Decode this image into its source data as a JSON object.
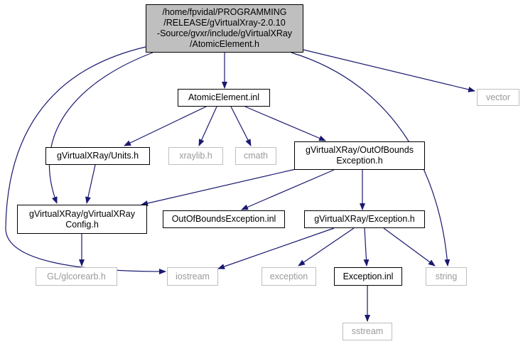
{
  "colors": {
    "edge": "#191970",
    "root_fill": "#bfbfbf",
    "ghost_border": "#bfbfbf",
    "ghost_text": "#9a9a9a"
  },
  "nodes": {
    "root": {
      "lines": [
        "/home/fpvidal/PROGRAMMING",
        "/RELEASE/gVirtualXray-2.0.10",
        "-Source/gvxr/include/gVirtualXRay",
        "/AtomicElement.h"
      ]
    },
    "vector": {
      "lines": [
        "vector"
      ]
    },
    "atomic_inl": {
      "lines": [
        "AtomicElement.inl"
      ]
    },
    "units": {
      "lines": [
        "gVirtualXRay/Units.h"
      ]
    },
    "xraylib": {
      "lines": [
        "xraylib.h"
      ]
    },
    "cmath": {
      "lines": [
        "cmath"
      ]
    },
    "oob_h": {
      "lines": [
        "gVirtualXRay/OutOfBounds",
        "Exception.h"
      ]
    },
    "config": {
      "lines": [
        "gVirtualXRay/gVirtualXRay",
        "Config.h"
      ]
    },
    "oob_inl": {
      "lines": [
        "OutOfBoundsException.inl"
      ]
    },
    "exception_h": {
      "lines": [
        "gVirtualXRay/Exception.h"
      ]
    },
    "glcorearb": {
      "lines": [
        "GL/glcorearb.h"
      ]
    },
    "iostream": {
      "lines": [
        "iostream"
      ]
    },
    "exception": {
      "lines": [
        "exception"
      ]
    },
    "exception_inl": {
      "lines": [
        "Exception.inl"
      ]
    },
    "string": {
      "lines": [
        "string"
      ]
    },
    "sstream": {
      "lines": [
        "sstream"
      ]
    }
  }
}
